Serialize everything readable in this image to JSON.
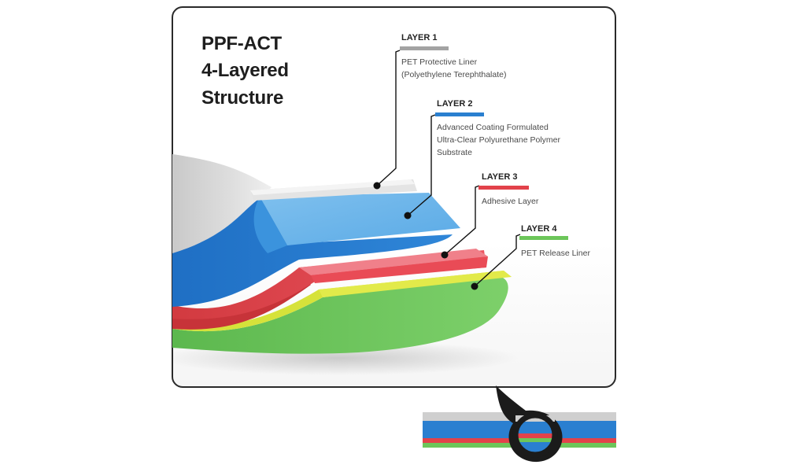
{
  "title": {
    "line1": "PPF-ACT",
    "line2": "4-Layered",
    "line3": "Structure"
  },
  "layers": [
    {
      "label": "LAYER 1",
      "desc_line1": "PET Protective Liner",
      "desc_line2": "(Polyethylene Terephthalate)",
      "desc_line3": "",
      "color": "#a3a3a3"
    },
    {
      "label": "LAYER 2",
      "desc_line1": "Advanced Coating Formulated",
      "desc_line2": "Ultra-Clear Polyurethane Polymer",
      "desc_line3": "Substrate",
      "color": "#2a7fd0"
    },
    {
      "label": "LAYER 3",
      "desc_line1": "Adhesive Layer",
      "desc_line2": "",
      "desc_line3": "",
      "color": "#e2424a"
    },
    {
      "label": "LAYER 4",
      "desc_line1": "PET Release Liner",
      "desc_line2": "",
      "desc_line3": "",
      "color": "#6cc65a"
    }
  ]
}
